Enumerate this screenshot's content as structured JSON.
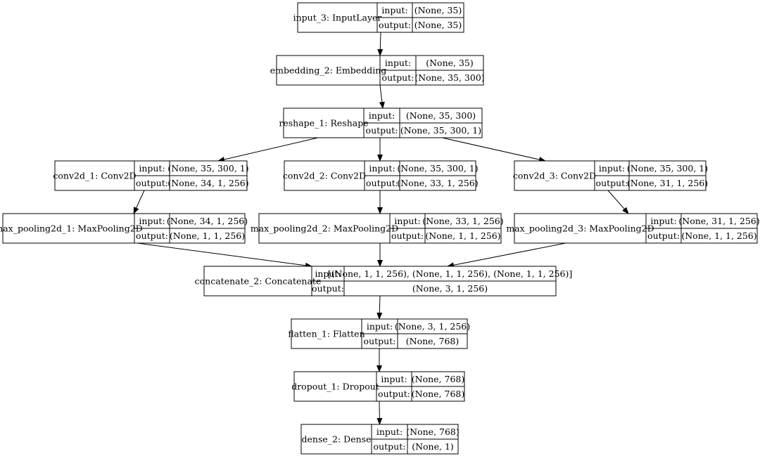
{
  "layers": [
    {
      "name": "input_3: InputLayer",
      "input_label": "input:",
      "output_label": "output:",
      "input": "(None, 35)",
      "output": "(None, 35)"
    },
    {
      "name": "embedding_2: Embedding",
      "input_label": "input:",
      "output_label": "output:",
      "input": "(None, 35)",
      "output": "(None, 35, 300)"
    },
    {
      "name": "reshape_1: Reshape",
      "input_label": "input:",
      "output_label": "output:",
      "input": "(None, 35, 300)",
      "output": "(None, 35, 300, 1)"
    },
    {
      "name": "conv2d_1: Conv2D",
      "input_label": "input:",
      "output_label": "output:",
      "input": "(None, 35, 300, 1)",
      "output": "(None, 34, 1, 256)"
    },
    {
      "name": "conv2d_2: Conv2D",
      "input_label": "input:",
      "output_label": "output:",
      "input": "(None, 35, 300, 1)",
      "output": "(None, 33, 1, 256)"
    },
    {
      "name": "conv2d_3: Conv2D",
      "input_label": "input:",
      "output_label": "output:",
      "input": "(None, 35, 300, 1)",
      "output": "(None, 31, 1, 256)"
    },
    {
      "name": "max_pooling2d_1: MaxPooling2D",
      "input_label": "input:",
      "output_label": "output:",
      "input": "(None, 34, 1, 256)",
      "output": "(None, 1, 1, 256)"
    },
    {
      "name": "max_pooling2d_2: MaxPooling2D",
      "input_label": "input:",
      "output_label": "output:",
      "input": "(None, 33, 1, 256)",
      "output": "(None, 1, 1, 256)"
    },
    {
      "name": "max_pooling2d_3: MaxPooling2D",
      "input_label": "input:",
      "output_label": "output:",
      "input": "(None, 31, 1, 256)",
      "output": "(None, 1, 1, 256)"
    },
    {
      "name": "concatenate_2: Concatenate",
      "input_label": "input:",
      "output_label": "output:",
      "input": "[(None, 1, 1, 256), (None, 1, 1, 256), (None, 1, 1, 256)]",
      "output": "(None, 3, 1, 256)"
    },
    {
      "name": "flatten_1: Flatten",
      "input_label": "input:",
      "output_label": "output:",
      "input": "(None, 3, 1, 256)",
      "output": "(None, 768)"
    },
    {
      "name": "dropout_1: Dropout",
      "input_label": "input:",
      "output_label": "output:",
      "input": "(None, 768)",
      "output": "(None, 768)"
    },
    {
      "name": "dense_2: Dense",
      "input_label": "input:",
      "output_label": "output:",
      "input": "(None, 768)",
      "output": "(None, 1)"
    }
  ],
  "edges": [
    [
      0,
      1
    ],
    [
      1,
      2
    ],
    [
      2,
      3
    ],
    [
      2,
      4
    ],
    [
      2,
      5
    ],
    [
      3,
      6
    ],
    [
      4,
      7
    ],
    [
      5,
      8
    ],
    [
      6,
      9
    ],
    [
      7,
      9
    ],
    [
      8,
      9
    ],
    [
      9,
      10
    ],
    [
      10,
      11
    ],
    [
      11,
      12
    ]
  ]
}
